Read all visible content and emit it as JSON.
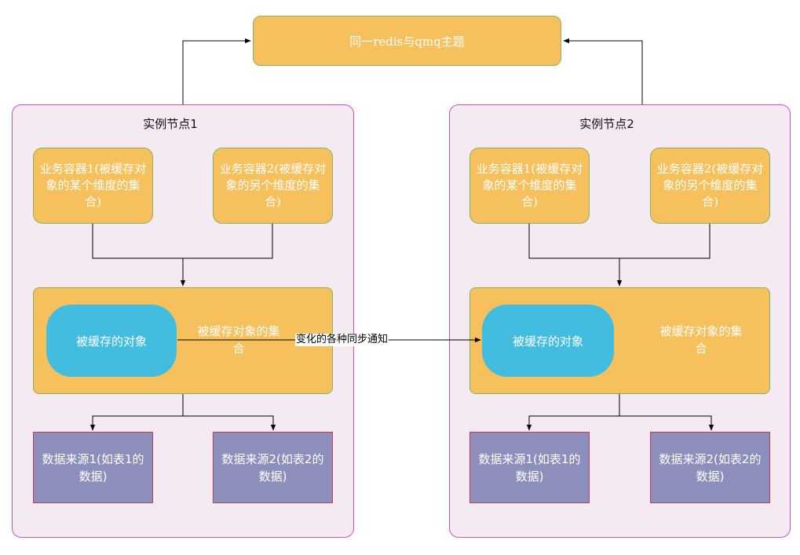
{
  "topic": "同一redis与qmq主题",
  "sync_label": "变化的各种同步通知",
  "nodes": [
    {
      "title": "实例节点1",
      "container1": "业务容器1(被缓存对象的某个维度的集合)",
      "container2": "业务容器2(被缓存对象的另个维度的集合)",
      "object": "被缓存的对象",
      "set_label": "被缓存对象的集合",
      "source1": "数据来源1(如表1的数据)",
      "source2": "数据来源2(如表2的数据)"
    },
    {
      "title": "实例节点2",
      "container1": "业务容器1(被缓存对象的某个维度的集合)",
      "container2": "业务容器2(被缓存对象的另个维度的集合)",
      "object": "被缓存的对象",
      "set_label": "被缓存对象的集合",
      "source1": "数据来源1(如表1的数据)",
      "source2": "数据来源2(如表2的数据)"
    }
  ],
  "colors": {
    "topic_fill": "#f6c05c",
    "node_fill": "#f5e9f2",
    "node_border": "#c653c6",
    "object_fill": "#42bde0",
    "source_fill": "#8c8fbb",
    "source_border": "#c6395d"
  }
}
